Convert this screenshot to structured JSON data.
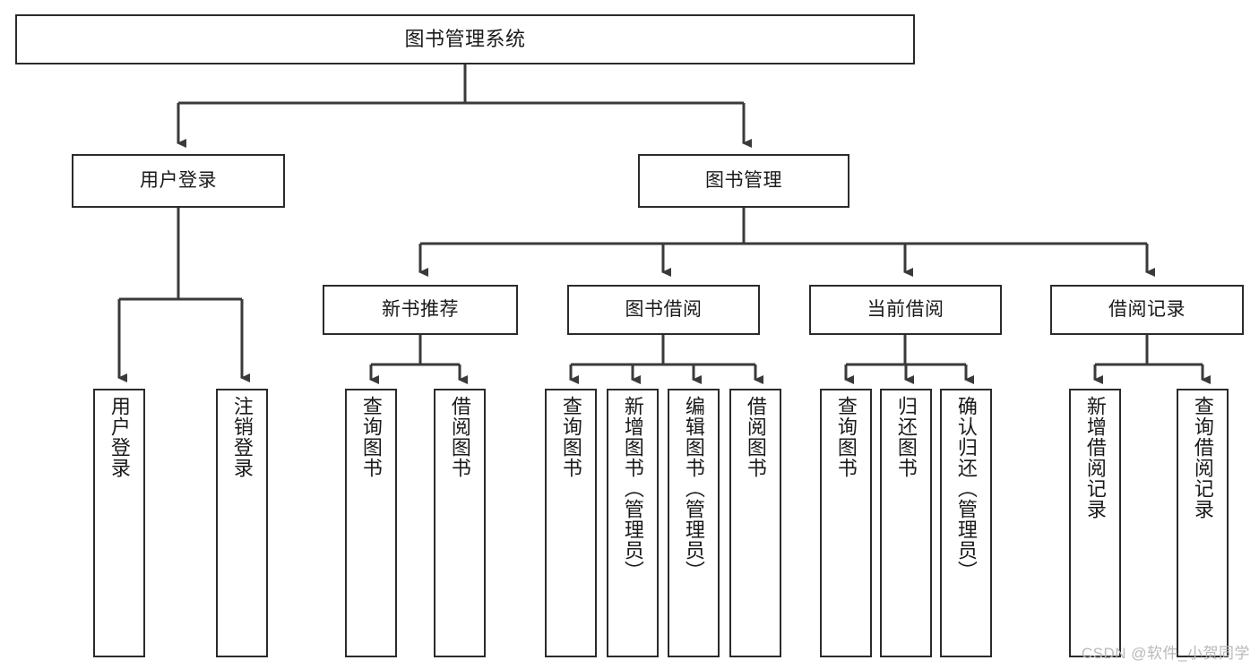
{
  "diagram": {
    "title": "图书管理系统",
    "type": "功能结构图",
    "colors": {
      "background": "#ffffff",
      "border": "#2b2b2b",
      "connector": "#3a3a3a",
      "text": "#1a1a1a",
      "watermark": "#b9b9b9"
    }
  },
  "watermark": {
    "text": "CSDN @软件_小贺同学"
  },
  "nodes": {
    "root": {
      "label": "图书管理系统"
    },
    "level2": [
      {
        "id": "user-login",
        "label": "用户登录"
      },
      {
        "id": "book-management",
        "label": "图书管理"
      }
    ],
    "level3": [
      {
        "id": "new-book-recommend",
        "label": "新书推荐"
      },
      {
        "id": "book-borrow",
        "label": "图书借阅"
      },
      {
        "id": "current-borrow",
        "label": "当前借阅"
      },
      {
        "id": "borrow-record",
        "label": "借阅记录"
      }
    ],
    "leaves": {
      "user_login": [
        {
          "id": "leaf-user-login",
          "label": "用户登录"
        },
        {
          "id": "leaf-logout-login",
          "label": "注销登录"
        }
      ],
      "new_book_recommend": [
        {
          "id": "leaf-query-book-1",
          "label": "查询图书"
        },
        {
          "id": "leaf-borrow-book-1",
          "label": "借阅图书"
        }
      ],
      "book_borrow": [
        {
          "id": "leaf-query-book-2",
          "label": "查询图书"
        },
        {
          "id": "leaf-add-book",
          "label": "新增图书（管理员）"
        },
        {
          "id": "leaf-edit-book",
          "label": "编辑图书（管理员）"
        },
        {
          "id": "leaf-borrow-book-2",
          "label": "借阅图书"
        }
      ],
      "current_borrow": [
        {
          "id": "leaf-query-book-3",
          "label": "查询图书"
        },
        {
          "id": "leaf-return-book",
          "label": "归还图书"
        },
        {
          "id": "leaf-confirm-return",
          "label": "确认归还（管理员）"
        }
      ],
      "borrow_record": [
        {
          "id": "leaf-add-record",
          "label": "新增借阅记录"
        },
        {
          "id": "leaf-query-record",
          "label": "查询借阅记录"
        }
      ]
    }
  }
}
